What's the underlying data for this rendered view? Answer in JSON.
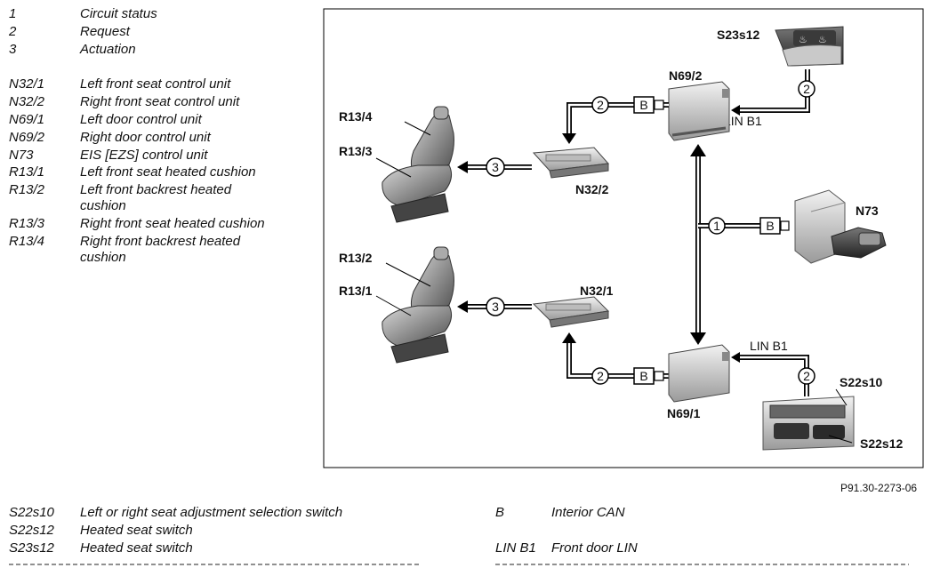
{
  "legend": [
    {
      "code": "1",
      "desc": "Circuit status"
    },
    {
      "code": "2",
      "desc": "Request"
    },
    {
      "code": "3",
      "desc": "Actuation"
    },
    {
      "code": "N32/1",
      "desc": "Left front seat control unit"
    },
    {
      "code": "N32/2",
      "desc": "Right front seat control unit"
    },
    {
      "code": "N69/1",
      "desc": "Left door control unit"
    },
    {
      "code": "N69/2",
      "desc": "Right door control unit"
    },
    {
      "code": "N73",
      "desc": "EIS [EZS] control unit"
    },
    {
      "code": "R13/1",
      "desc": "Left front seat heated cushion"
    },
    {
      "code": "R13/2",
      "desc": "Left front backrest heated cushion"
    },
    {
      "code": "R13/3",
      "desc": "Right front seat heated cushion"
    },
    {
      "code": "R13/4",
      "desc": "Right front backrest heated cushion"
    }
  ],
  "bottom_legend_left": [
    {
      "code": "S22s10",
      "desc": "Left or right seat adjustment selection switch"
    },
    {
      "code": "S22s12",
      "desc": "Heated seat switch"
    },
    {
      "code": "S23s12",
      "desc": "Heated seat switch"
    }
  ],
  "bottom_legend_right": [
    {
      "code": "B",
      "desc": "Interior CAN"
    },
    {
      "code": "LIN B1",
      "desc": "Front door LIN"
    }
  ],
  "figure_ref": "P91.30-2273-06",
  "diagram": {
    "labels": {
      "S23s12": "S23s12",
      "N69_2": "N69/2",
      "LIN_B1_top": "LIN B1",
      "R13_4": "R13/4",
      "R13_3": "R13/3",
      "N32_2": "N32/2",
      "N73": "N73",
      "R13_2": "R13/2",
      "R13_1": "R13/1",
      "N32_1": "N32/1",
      "LIN_B1_bottom": "LIN B1",
      "S22s10": "S22s10",
      "N69_1": "N69/1",
      "S22s12": "S22s12"
    },
    "markers": {
      "one": "1",
      "two": "2",
      "three": "3",
      "bus": "B"
    }
  }
}
